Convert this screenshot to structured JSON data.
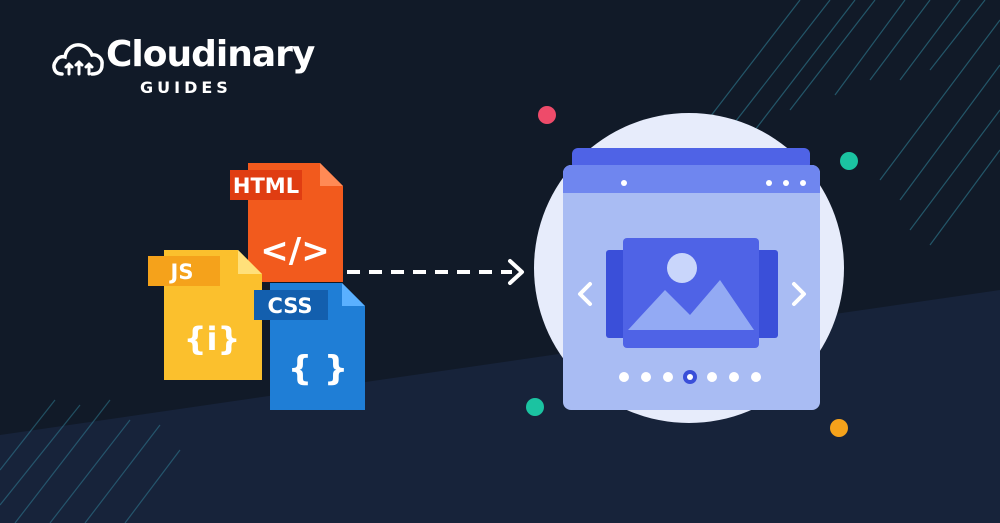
{
  "brand": {
    "name": "Cloudinary",
    "subtitle": "GUIDES"
  },
  "files": {
    "html": {
      "label": "HTML",
      "glyph": "</>",
      "color": "#f25a1d"
    },
    "js": {
      "label": "JS",
      "glyph": "{i}",
      "color": "#fbc02d"
    },
    "css": {
      "label": "CSS",
      "glyph": "{ }",
      "color": "#1f7ed6"
    }
  },
  "carousel": {
    "slide_count": 7,
    "active_index": 3,
    "prev_icon": "chevron-left-icon",
    "next_icon": "chevron-right-icon"
  },
  "colors": {
    "background": "#111a28",
    "accent_pink": "#ee4b6a",
    "accent_teal": "#1bc3a1",
    "accent_orange": "#f5a21b",
    "browser_blue": "#4f63e6"
  }
}
